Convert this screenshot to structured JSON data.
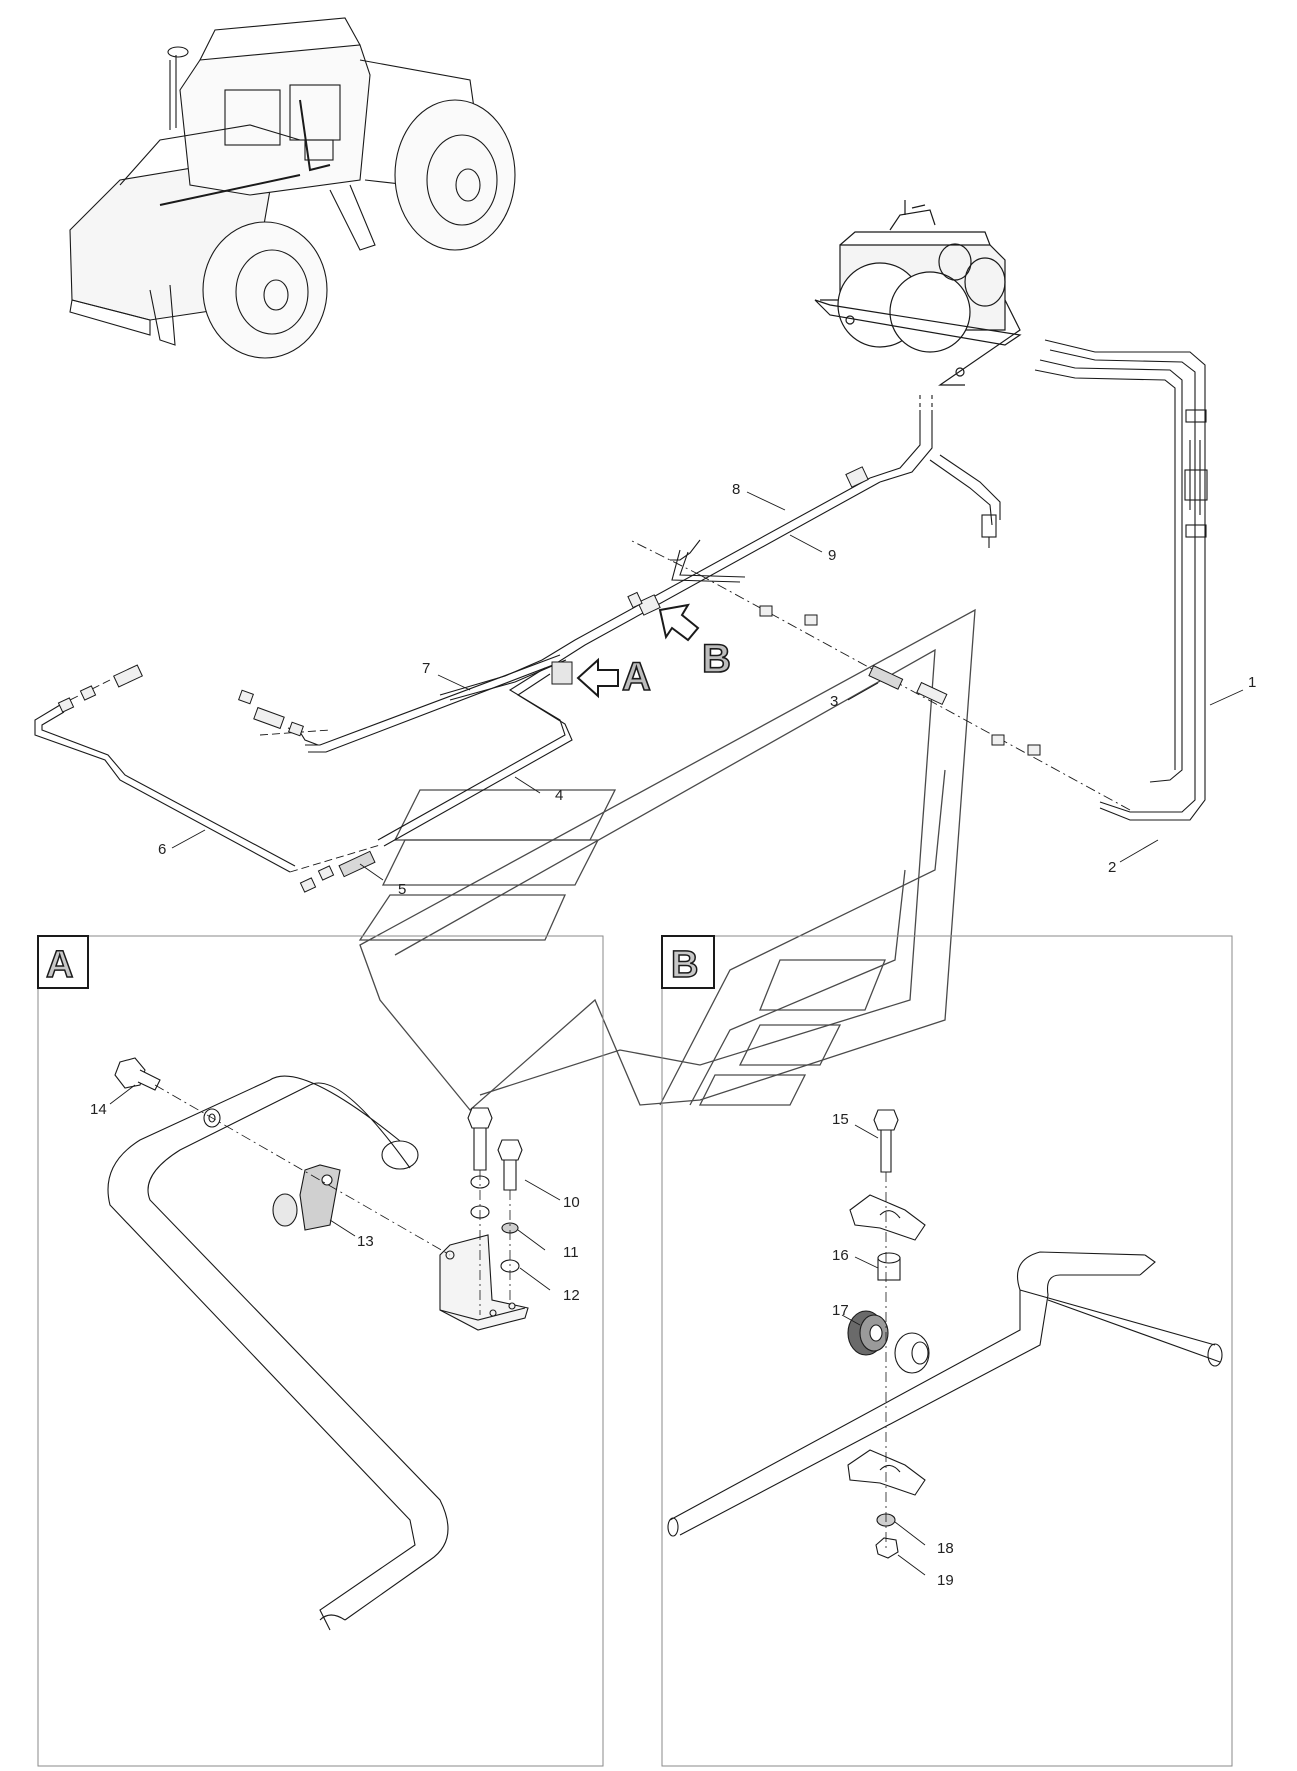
{
  "callouts": {
    "c1": "1",
    "c2": "2",
    "c3": "3",
    "c4": "4",
    "c5": "5",
    "c6": "6",
    "c7": "7",
    "c8": "8",
    "c9": "9",
    "c10": "10",
    "c11": "11",
    "c12": "12",
    "c13": "13",
    "c14": "14",
    "c15": "15",
    "c16": "16",
    "c17": "17",
    "c18": "18",
    "c19": "19"
  },
  "view_markers": {
    "a": "A",
    "b": "B"
  },
  "detail_panels": {
    "a_label": "A",
    "b_label": "B"
  },
  "colors": {
    "line": "#1a1a1a",
    "shade": "#cfcfcf",
    "watermark": "#4a4a4a",
    "panel_border": "#8a8a8a"
  }
}
